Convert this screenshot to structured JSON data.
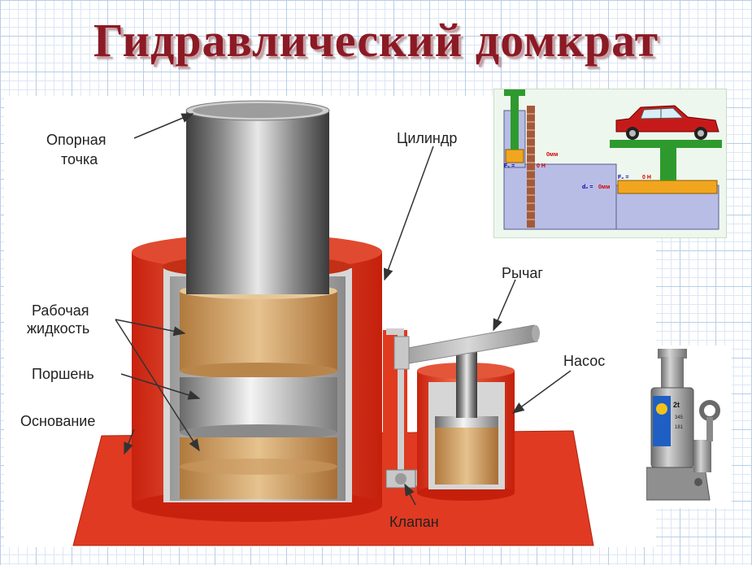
{
  "title": "Гидравлический домкрат",
  "labels": {
    "support_line1": "Опорная",
    "support_line2": "точка",
    "cylinder": "Цилиндр",
    "lever": "Рычаг",
    "fluid_line1": "Рабочая",
    "fluid_line2": "жидкость",
    "piston": "Поршень",
    "base": "Основание",
    "pump": "Насос",
    "valve": "Клапан"
  },
  "inset_sim": {
    "d1": "0мм",
    "f1_label": "F₁ =",
    "f1_value": "0 Н",
    "d2_label": "d₂ =",
    "d2_value": "0мм",
    "f2_label": "F₂ =",
    "f2_value": "0 Н"
  },
  "inset_jack": {
    "badge": "2t",
    "spec1": "345",
    "spec2": "181"
  },
  "colors": {
    "title": "#8b1a24",
    "cylinder_red": "#e23a1f",
    "fluid": "#c89a5e",
    "sim_bg": "#b8bde6",
    "sim_fluid": "#f2a61f",
    "sim_green": "#2e9a2e"
  }
}
